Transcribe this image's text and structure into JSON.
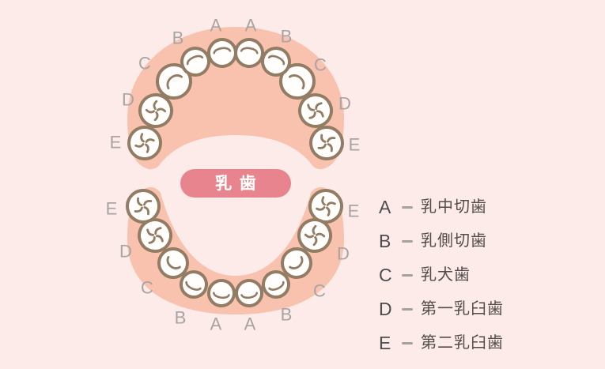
{
  "page": {
    "background": "#fcebe8"
  },
  "diagram": {
    "badge": {
      "label": "乳歯"
    },
    "colors": {
      "gum": "#f9c2ae",
      "tooth_fill": "#fffefd",
      "tooth_outline": "#927c64",
      "arch_label": "#a8a4a2",
      "badge_bg": "#e8848e",
      "badge_text": "#ffffff"
    },
    "upper_arch": {
      "teeth": [
        {
          "label": "E",
          "type": "molar"
        },
        {
          "label": "D",
          "type": "molar"
        },
        {
          "label": "C",
          "type": "canine"
        },
        {
          "label": "B",
          "type": "incisor"
        },
        {
          "label": "A",
          "type": "incisor"
        },
        {
          "label": "A",
          "type": "incisor"
        },
        {
          "label": "B",
          "type": "incisor"
        },
        {
          "label": "C",
          "type": "canine"
        },
        {
          "label": "D",
          "type": "molar"
        },
        {
          "label": "E",
          "type": "molar"
        }
      ]
    },
    "lower_arch": {
      "teeth": [
        {
          "label": "E",
          "type": "molar"
        },
        {
          "label": "D",
          "type": "molar"
        },
        {
          "label": "C",
          "type": "canine"
        },
        {
          "label": "B",
          "type": "incisor"
        },
        {
          "label": "A",
          "type": "incisor"
        },
        {
          "label": "A",
          "type": "incisor"
        },
        {
          "label": "B",
          "type": "incisor"
        },
        {
          "label": "C",
          "type": "canine"
        },
        {
          "label": "D",
          "type": "molar"
        },
        {
          "label": "E",
          "type": "molar"
        }
      ]
    }
  },
  "legend": {
    "items": [
      {
        "key": "A",
        "term": "乳中切歯"
      },
      {
        "key": "B",
        "term": "乳側切歯"
      },
      {
        "key": "C",
        "term": "乳犬歯"
      },
      {
        "key": "D",
        "term": "第一乳臼歯"
      },
      {
        "key": "E",
        "term": "第二乳臼歯"
      }
    ],
    "colors": {
      "key": "#4d4d4d",
      "term": "#534d4a",
      "dash": "#a5a19f"
    }
  }
}
